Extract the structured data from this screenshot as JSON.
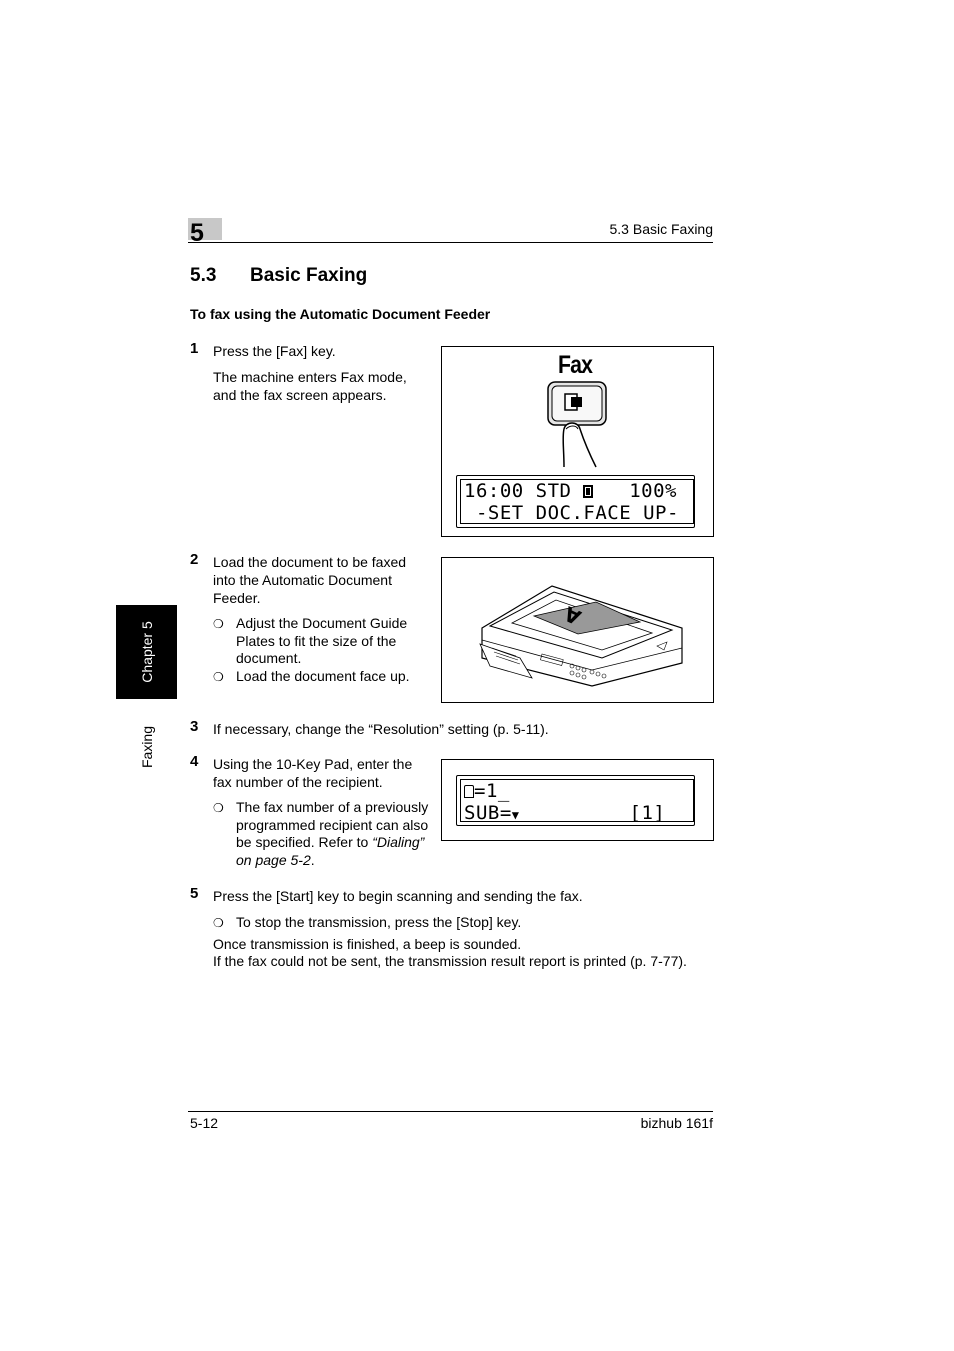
{
  "header": {
    "chapter_number": "5",
    "section_ref": "5.3 Basic Faxing"
  },
  "section": {
    "number": "5.3",
    "title": "Basic Faxing",
    "subheading": "To fax using the Automatic Document Feeder"
  },
  "steps": [
    {
      "num": "1",
      "lines": [
        "Press the [Fax] key."
      ],
      "detail": [
        "The machine enters Fax mode,",
        "and the fax screen appears."
      ]
    },
    {
      "num": "2",
      "lines": [
        "Load the document to be faxed",
        "into the Automatic Document",
        "Feeder."
      ],
      "bullets": [
        [
          "Adjust the Document Guide",
          "Plates to fit the size of the",
          "document."
        ],
        [
          "Load the document face up."
        ]
      ]
    },
    {
      "num": "3",
      "lines": [
        "If necessary, change the “Resolution” setting (p. 5-11)."
      ]
    },
    {
      "num": "4",
      "lines": [
        "Using the 10-Key Pad, enter the",
        "fax number of the recipient."
      ],
      "bullet_lines": [
        "The fax number of a previously",
        "programmed recipient can also",
        "be specified. Refer to "
      ],
      "bullet_italic": [
        "“Dialing”",
        "on page 5-2",
        "."
      ]
    },
    {
      "num": "5",
      "lines": [
        "Press the [Start] key to begin scanning and sending the fax."
      ],
      "bullets": [
        [
          "To stop the transmission, press the [Stop] key."
        ]
      ],
      "after": [
        "Once transmission is finished, a beep is sounded.",
        "If the fax could not be sent, the transmission result report is printed (p. 7-77)."
      ]
    }
  ],
  "figures": {
    "fax_key": {
      "key_label": "Fax",
      "lcd_line1_a": "16:00 STD ",
      "lcd_line1_b": "   100%",
      "lcd_line2": " -SET DOC.FACE UP-"
    },
    "adf_document_letter": "A",
    "recipient_lcd": {
      "line1": "=1_",
      "line2_a": "SUB=",
      "line2_b": "[1]"
    }
  },
  "sidebar": {
    "chapter_tab": "Chapter 5",
    "section_tab": "Faxing"
  },
  "footer": {
    "page": "5-12",
    "product": "bizhub 161f"
  }
}
